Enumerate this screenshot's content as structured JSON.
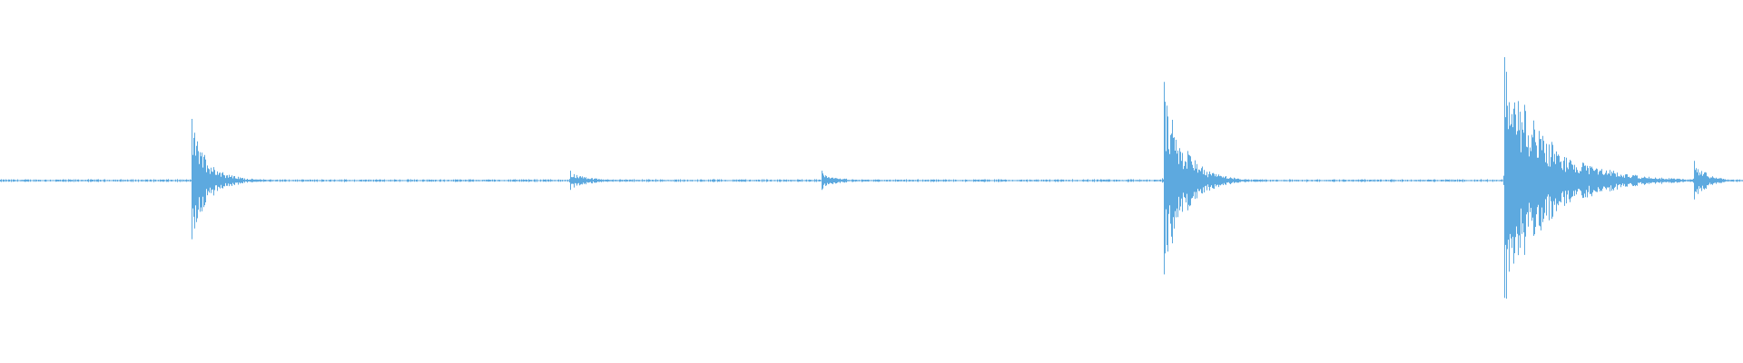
{
  "waveform": {
    "color": "#5DA9DF",
    "background": "#ffffff",
    "transients": [
      {
        "time": 0.1098,
        "peak": 0.5,
        "decay": 0.01,
        "noise": 0.02
      },
      {
        "time": 0.3272,
        "peak": 0.08,
        "decay": 0.01,
        "noise": 0.02
      },
      {
        "time": 0.4713,
        "peak": 0.08,
        "decay": 0.009,
        "noise": 0.02
      },
      {
        "time": 0.6675,
        "peak": 0.8,
        "decay": 0.012,
        "noise": 0.03
      },
      {
        "time": 0.8632,
        "peak": 1.0,
        "decay": 0.025,
        "noise": 0.05
      },
      {
        "time": 0.9719,
        "peak": 0.16,
        "decay": 0.008,
        "noise": 0.02
      }
    ],
    "baseline_noise": 0.012
  }
}
